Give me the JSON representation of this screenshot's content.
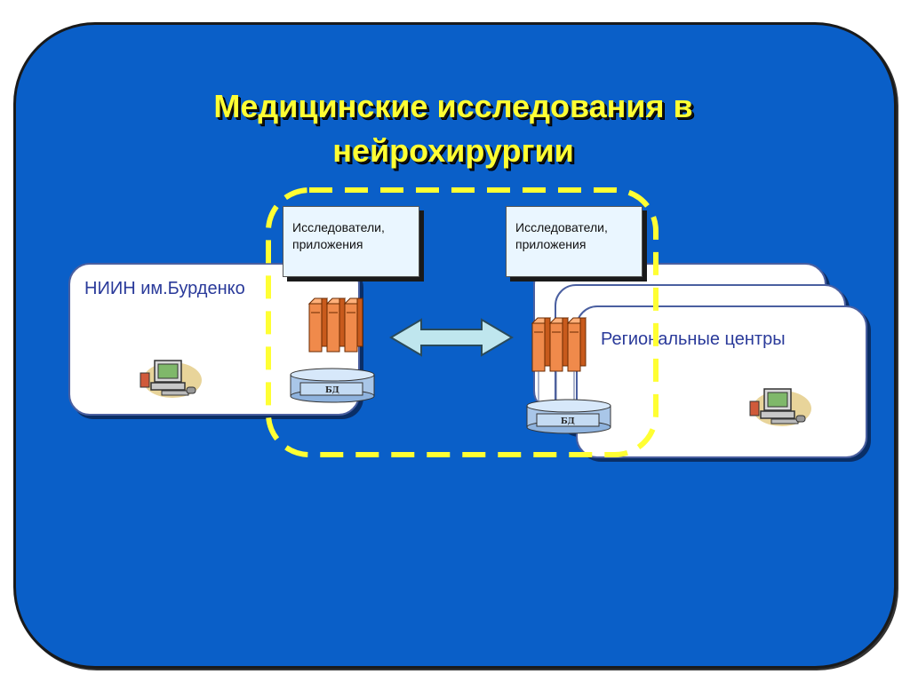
{
  "title": {
    "line1": "Медицинские исследования в",
    "line2": "нейрохирургии"
  },
  "left_node": {
    "label": "НИИН им.Бурденко",
    "db_label": "БД"
  },
  "right_node": {
    "label": "Региональные центры",
    "db_label": "БД"
  },
  "notes": {
    "left": "Исследователи,\n приложения",
    "right": "Исследователи,\n приложения"
  },
  "colors": {
    "background": "#0a5fc8",
    "title": "#ffff33",
    "dashed_border": "#ffff33",
    "server": "#f08a4b",
    "arrow": "#bfe6ee"
  },
  "icons": [
    "computer-icon",
    "server-icon",
    "database-icon",
    "double-arrow-icon"
  ]
}
